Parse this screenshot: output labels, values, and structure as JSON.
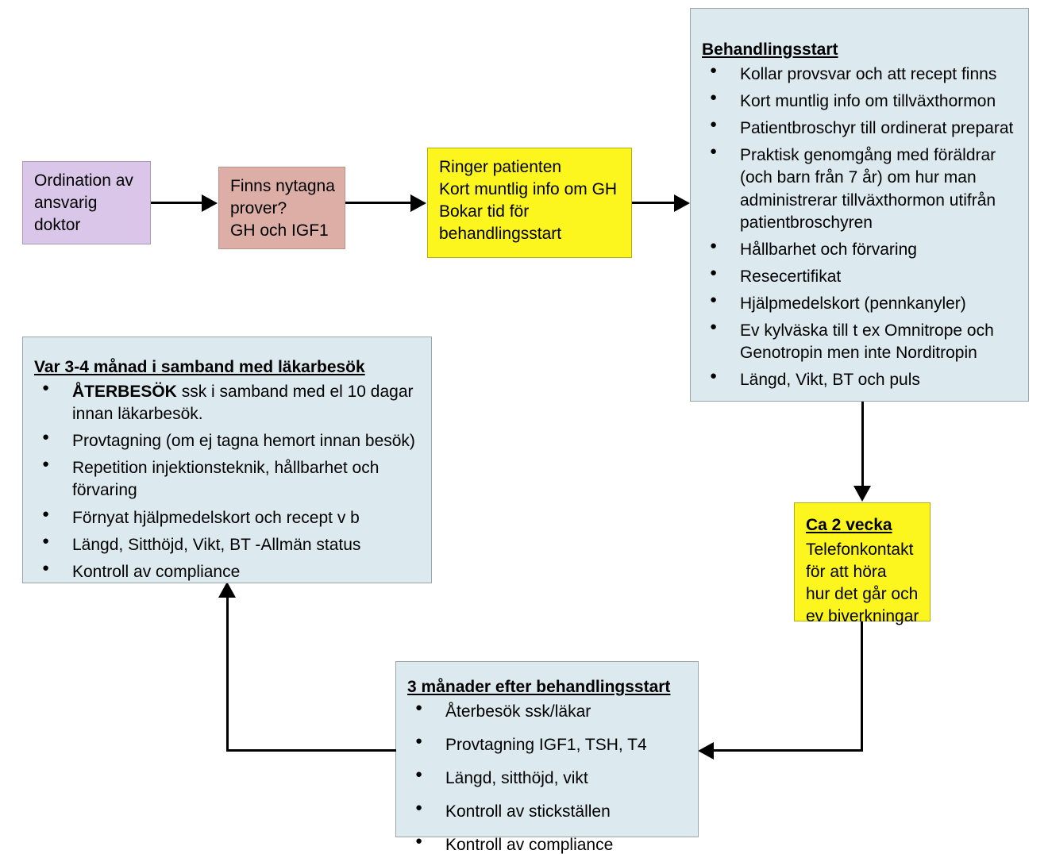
{
  "diagram": {
    "title": "Tillväxthormonbehandling - vårdflöde",
    "colors": {
      "purple": "#d9c6e8",
      "pink": "#dcaea6",
      "yellow": "#fdf51e",
      "blue": "#dce9ef",
      "border": "#9aa6ac",
      "connector": "#000000"
    }
  },
  "nodes": {
    "ordination": {
      "lines": [
        "Ordination av",
        "ansvarig",
        "doktor"
      ]
    },
    "prover": {
      "lines": [
        "Finns nytagna",
        "prover?",
        "GH och IGF1"
      ]
    },
    "ringer": {
      "lines": [
        "Ringer patienten",
        "Kort muntlig info om GH",
        "Bokar tid för",
        "behandlingsstart"
      ]
    },
    "behandlingsstart": {
      "title": "Behandlingsstart",
      "bullets": [
        "Kollar provsvar och att recept finns",
        "Kort muntlig info om tillväxthormon",
        "Patientbroschyr till ordinerat preparat",
        "Praktisk genomgång med föräldrar (och barn från 7 år) om hur man administrerar tillväxthormon utifrån patientbroschyren",
        "Hållbarhet och förvaring",
        "Resecertifikat",
        "Hjälpmedelskort (pennkanyler)",
        "Ev kylväska till t ex Omnitrope och Genotropin men inte Norditropin",
        "Längd, Vikt, BT och puls"
      ]
    },
    "ca2vecka": {
      "title": "Ca 2 vecka",
      "lines": [
        "Telefonkontakt",
        "för att höra",
        "hur det går och",
        "ev biverkningar"
      ]
    },
    "tremanader": {
      "title": "3 månader efter behandlingsstart",
      "bullets": [
        "Återbesök ssk/läkar",
        "Provtagning IGF1, TSH, T4",
        "Längd, sitthöjd, vikt",
        "Kontroll av stickställen",
        "Kontroll av compliance"
      ]
    },
    "var34manad": {
      "title": "Var 3-4 månad i samband med läkarbesök",
      "bullets": [
        {
          "bold_prefix": "ÅTERBESÖK",
          "rest": " ssk i samband med el 10 dagar innan läkarbesök."
        },
        {
          "rest": "Provtagning (om ej tagna hemort innan besök)"
        },
        {
          "rest": "Repetition injektionsteknik, hållbarhet och förvaring"
        },
        {
          "rest": "Förnyat hjälpmedelskort och recept v b"
        },
        {
          "rest": "Längd, Sitthöjd, Vikt, BT -Allmän status"
        },
        {
          "rest": "Kontroll av compliance"
        }
      ]
    }
  }
}
